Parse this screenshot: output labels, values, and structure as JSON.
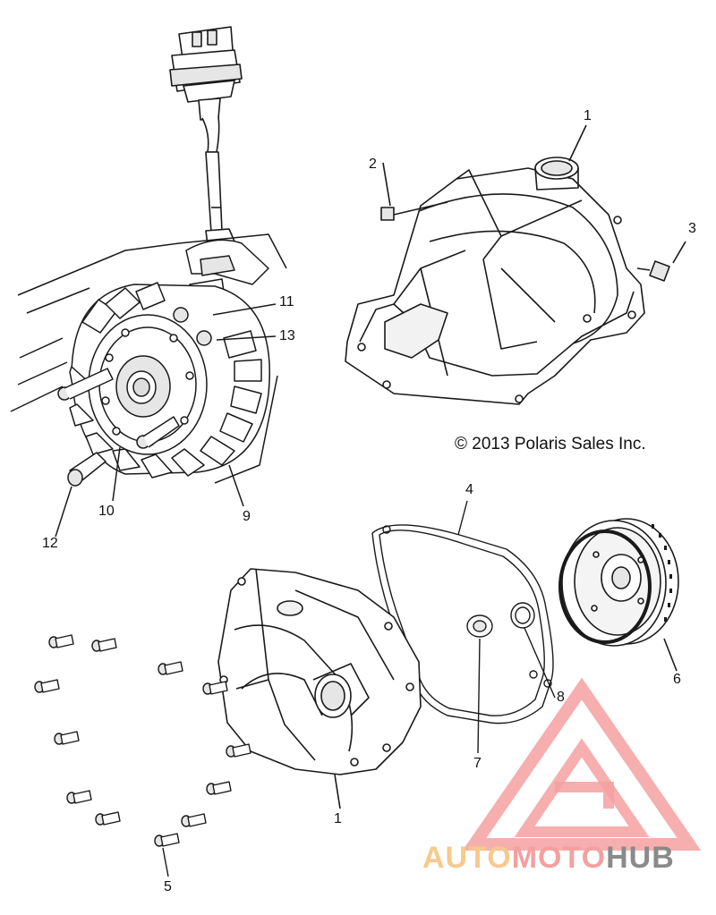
{
  "copyright": "© 2013 Polaris Sales Inc.",
  "callouts": [
    {
      "id": "1",
      "label": "1"
    },
    {
      "id": "2",
      "label": "2"
    },
    {
      "id": "3",
      "label": "3"
    },
    {
      "id": "11",
      "label": "11"
    },
    {
      "id": "13",
      "label": "13"
    },
    {
      "id": "10",
      "label": "10"
    },
    {
      "id": "9",
      "label": "9"
    },
    {
      "id": "12",
      "label": "12"
    },
    {
      "id": "4",
      "label": "4"
    },
    {
      "id": "6",
      "label": "6"
    },
    {
      "id": "8",
      "label": "8"
    },
    {
      "id": "7",
      "label": "7"
    },
    {
      "id": "1b",
      "label": "1"
    },
    {
      "id": "5",
      "label": "5"
    }
  ],
  "watermark": {
    "part1": "AUTO",
    "part2": "MOTO",
    "part3": "HUB",
    "color_primary": "#f4a0a0",
    "color_secondary": "#f7c98c",
    "color_tertiary": "#8a8a8a"
  },
  "colors": {
    "line": "#1a1a1a",
    "fill": "#ffffff",
    "shade": "#e6e6e6"
  }
}
